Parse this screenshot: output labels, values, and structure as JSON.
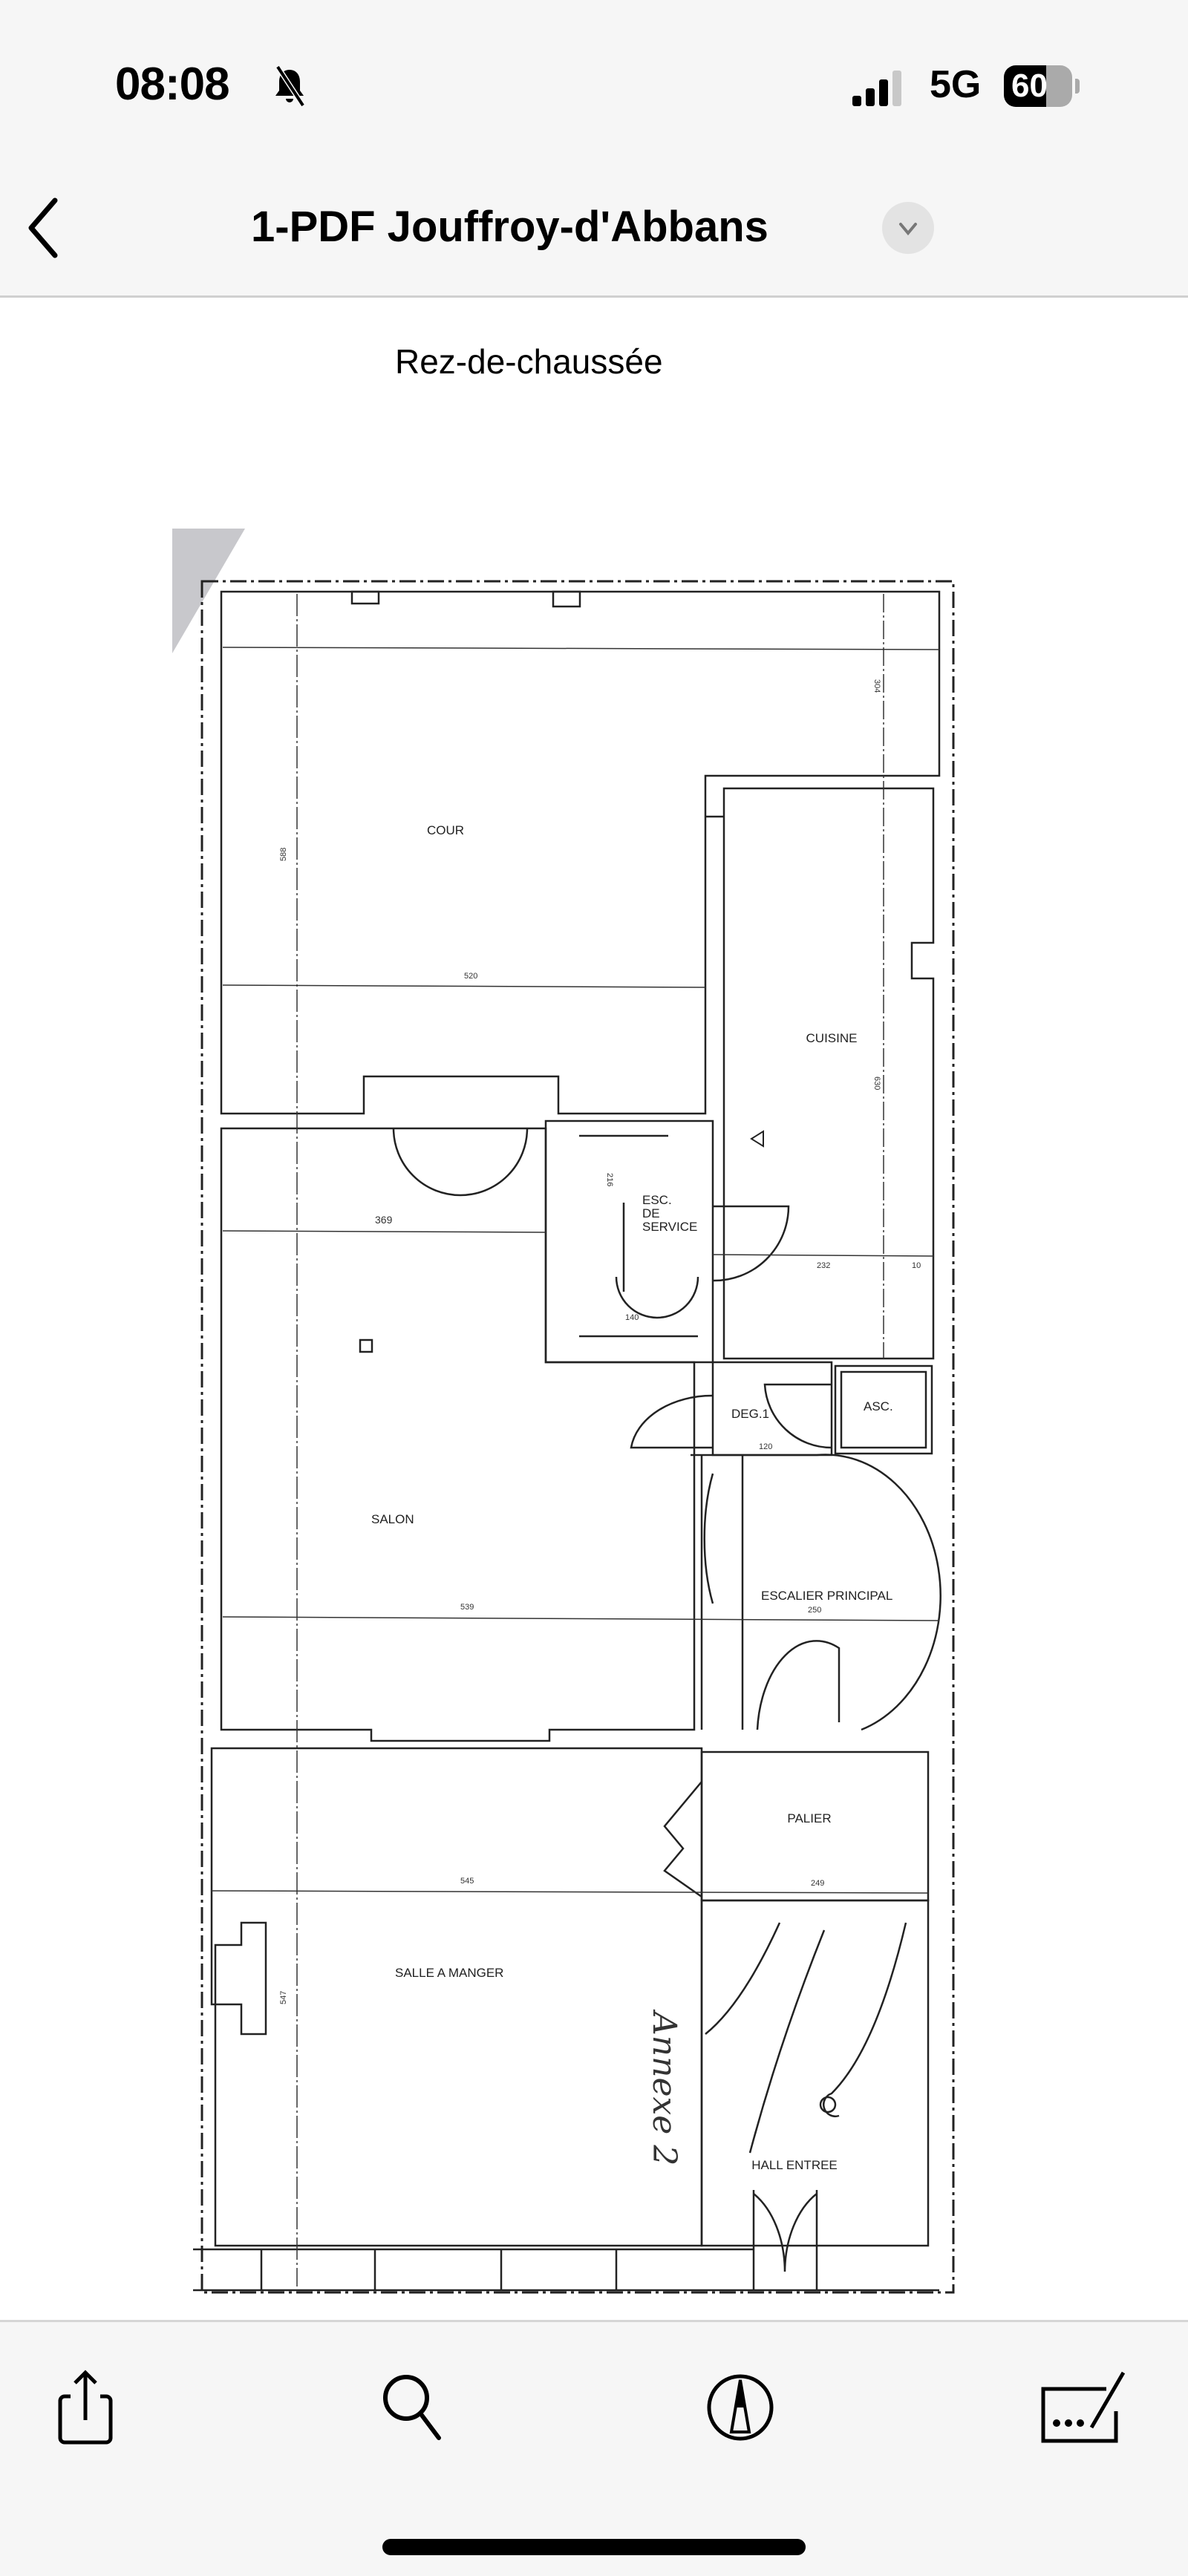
{
  "status_bar": {
    "time": "08:08",
    "network": "5G",
    "battery": "60"
  },
  "nav": {
    "title": "1-PDF Jouffroy-d'Abbans"
  },
  "document": {
    "heading": "Rez-de-chaussée",
    "rooms": {
      "cour": "COUR",
      "cuisine": "CUISINE",
      "esc_service_1": "ESC.",
      "esc_service_2": "DE",
      "esc_service_3": "SERVICE",
      "deg": "DEG.1",
      "asc": "ASC.",
      "salon": "SALON",
      "escalier": "ESCALIER PRINCIPAL",
      "palier": "PALIER",
      "salle_manger": "SALLE A MANGER",
      "hall": "HALL ENTREE"
    },
    "dimensions": {
      "d520": "520",
      "d588": "588",
      "d369": "369",
      "d539": "539",
      "d545": "545",
      "d232": "232",
      "d10": "10",
      "d140": "140",
      "d216": "216",
      "d120": "120",
      "d250": "250",
      "d249": "249",
      "d547": "547",
      "d630": "630",
      "d304": "304"
    },
    "annotation": "Annexe 2"
  },
  "toolbar": {
    "icons": [
      "share-icon",
      "search-icon",
      "markup-icon",
      "signature-icon"
    ]
  }
}
